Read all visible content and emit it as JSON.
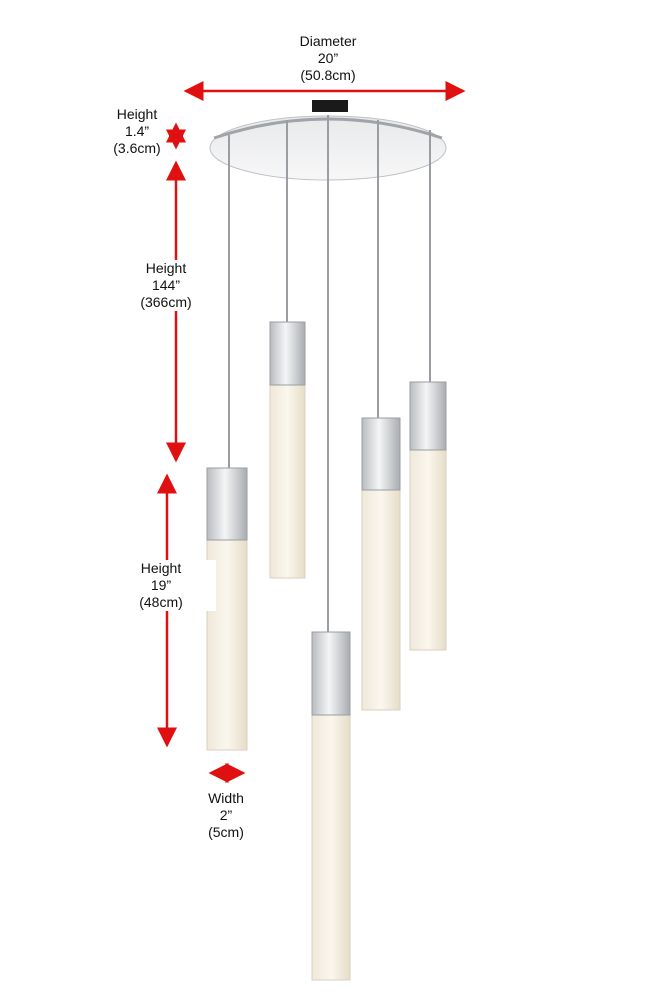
{
  "colors": {
    "arrow": "#e01010",
    "chrome": "#d4d6d9",
    "crystal_glow": "#f3e6c8"
  },
  "dimensions": {
    "diameter": {
      "label": "Diameter",
      "imperial": "20”",
      "metric": "(50.8cm)"
    },
    "canopy_height": {
      "label": "Height",
      "imperial": "1.4”",
      "metric": "(3.6cm)"
    },
    "overall_height": {
      "label": "Height",
      "imperial": "144”",
      "metric": "(366cm)"
    },
    "pendant_height": {
      "label": "Height",
      "imperial": "19”",
      "metric": "(48cm)"
    },
    "pendant_width": {
      "label": "Width",
      "imperial": "2”",
      "metric": "(5cm)"
    }
  }
}
